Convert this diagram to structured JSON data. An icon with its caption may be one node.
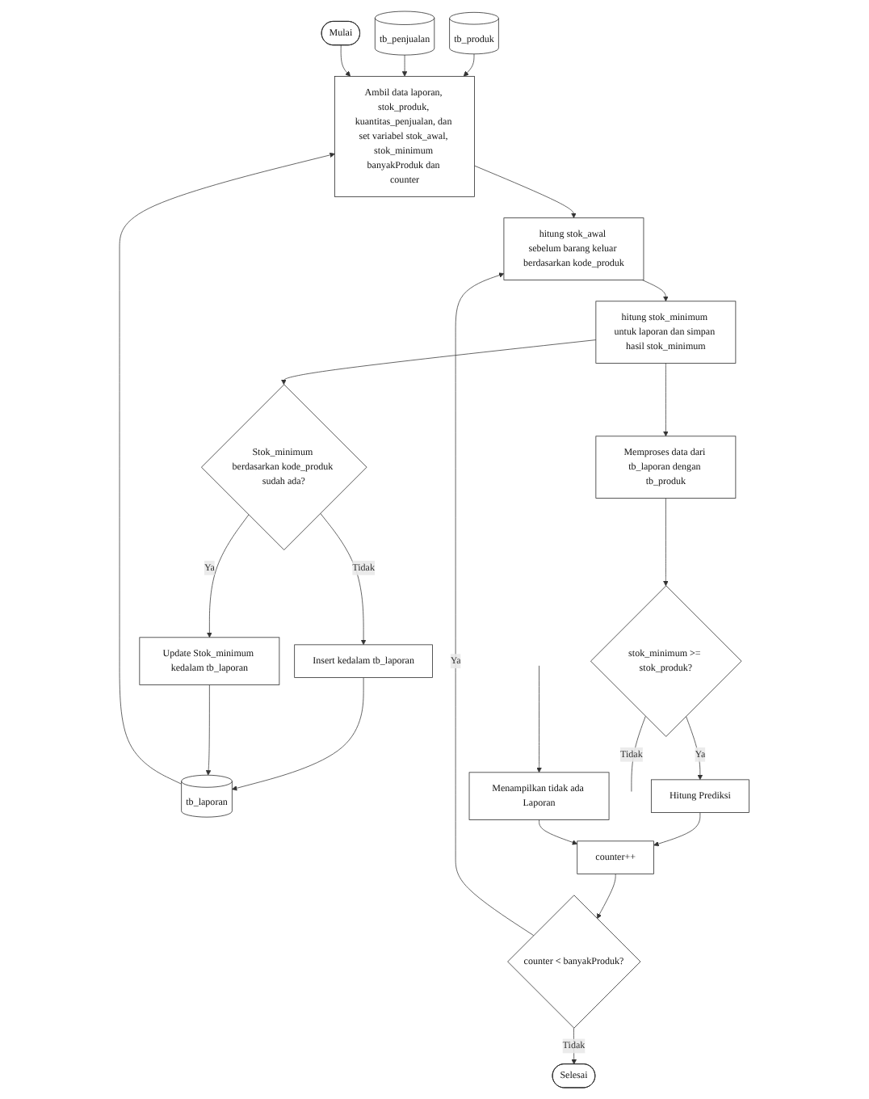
{
  "diagram": {
    "nodes": [
      {
        "text": [
          "tb_produk"
        ]
      },
      {
        "text": [
          "Mulai"
        ]
      },
      {
        "text": [
          "tb_penjualan"
        ]
      },
      {
        "text": [
          "tb_laporan"
        ]
      },
      {
        "text": [
          "Ambil data laporan, stok_produk, kuantitas_penjualan, dan set variabel stok_awal, stok_minimum banyakProduk dan counter"
        ]
      },
      {
        "text": [
          "Insert kedalam tb_laporan"
        ]
      },
      {
        "text": [
          "Update Stok_minimum kedalam tb_laporan"
        ]
      },
      {
        "text": [
          "Stok_minimum berdasarkan kode_produk sudah ada?"
        ]
      },
      {
        "text": [
          "hitung stok_minimum untuk laporan dan simpan hasil stok_minimum"
        ]
      },
      {
        "text": [
          "hitung stok_awal sebelum barang keluar berdasarkan kode_produk"
        ]
      },
      {
        "text": [
          "Memproses data dari tb_laporan dengan tb_produk"
        ]
      },
      {
        "text": [
          "stok_minimum >= stok_produk?"
        ]
      },
      {
        "text": [
          "counter < banyakProduk?"
        ]
      },
      {
        "text": [
          "Hitung Prediksi"
        ]
      },
      {
        "text": [
          "counter++"
        ]
      },
      {
        "text": [
          "Menampilkan tidak ada Laporan"
        ]
      },
      {
        "text": [
          "Selesai"
        ]
      }
    ],
    "edges": [
      {
        "from": 0,
        "to": 4,
        "arrow": "to"
      },
      {
        "from": 2,
        "to": 4,
        "arrow": "to"
      },
      {
        "from": 3,
        "to": 4,
        "arrow": "to"
      },
      {
        "from": 1,
        "to": 4,
        "arrow": "to"
      },
      {
        "from": 4,
        "to": 9,
        "arrow": "to"
      },
      {
        "from": 9,
        "to": 8,
        "arrow": "to"
      },
      {
        "from": 8,
        "to": 7,
        "arrow": "to"
      },
      {
        "from": 7,
        "to": 6,
        "arrow": "to",
        "label": "Ya"
      },
      {
        "from": 7,
        "to": 5,
        "arrow": "to",
        "label": "Tidak"
      },
      {
        "from": 5,
        "to": 3,
        "arrow": "to"
      },
      {
        "from": 6,
        "to": 3,
        "arrow": "to"
      },
      {
        "from": 8,
        "to": 10,
        "arrow": "to"
      },
      {
        "from": 10,
        "to": 11,
        "arrow": "to"
      },
      {
        "from": 11,
        "to": null,
        "arrow": "none",
        "label": "Tidak"
      },
      {
        "from": 11,
        "to": 13,
        "arrow": "to",
        "label": "Ya"
      },
      {
        "from": 13,
        "to": 14,
        "arrow": "to"
      },
      {
        "from": null,
        "to": 15,
        "arrow": "to"
      },
      {
        "from": 15,
        "to": 14,
        "arrow": "to"
      },
      {
        "from": 14,
        "to": 12,
        "arrow": "to"
      },
      {
        "from": 12,
        "to": 9,
        "arrow": "to",
        "label": "Ya"
      },
      {
        "from": 12,
        "to": 16,
        "arrow": "to",
        "label": "Tidak"
      }
    ]
  }
}
